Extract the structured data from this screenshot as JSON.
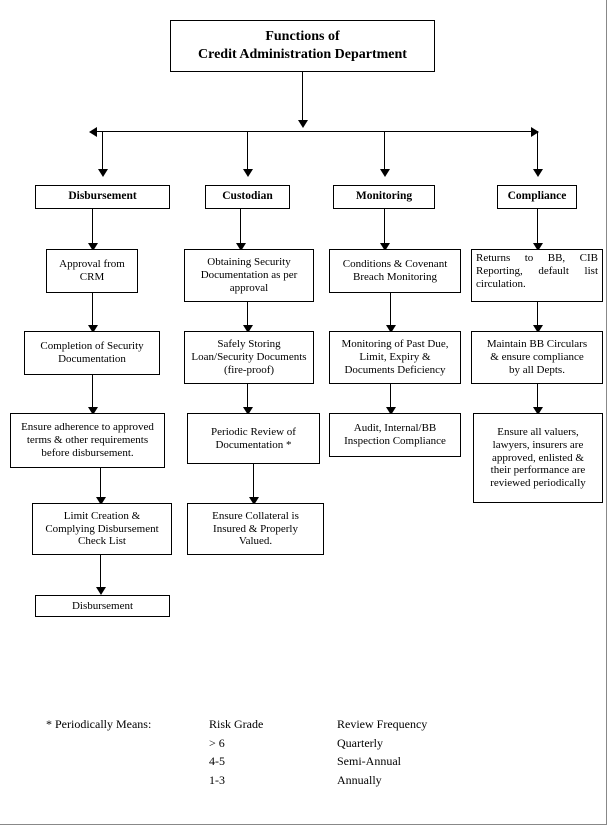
{
  "title": {
    "line1": "Functions of",
    "line2": "Credit Administration Department"
  },
  "columns": [
    {
      "header": "Disbursement",
      "steps": [
        "Approval from CRM",
        "Completion of Security Documentation",
        "Ensure adherence to approved terms & other requirements before disbursement.",
        "Limit Creation & Complying Disbursement Check List",
        "Disbursement"
      ]
    },
    {
      "header": "Custodian",
      "steps": [
        "Obtaining Security Documentation as per approval",
        "Safely Storing Loan/Security Documents (fire-proof)",
        "Periodic Review of Documentation *",
        "Ensure Collateral is Insured & Properly Valued."
      ]
    },
    {
      "header": "Monitoring",
      "steps": [
        "Conditions & Covenant Breach Monitoring",
        "Monitoring of Past Due, Limit, Expiry & Documents Deficiency",
        "Audit, Internal/BB Inspection Compliance"
      ]
    },
    {
      "header": "Compliance",
      "steps": [
        "Returns to BB, CIB Reporting, default list circulation.",
        "Maintain BB Circulars & ensure compliance by all Depts.",
        "Ensure all valuers, lawyers, insurers are approved, enlisted & their performance are reviewed periodically"
      ]
    }
  ],
  "boxes": {
    "b_title_l1": "Functions of",
    "b_title_l2": "Credit Administration Department",
    "h_disbursement": "Disbursement",
    "h_custodian": "Custodian",
    "h_monitoring": "Monitoring",
    "h_compliance": "Compliance",
    "d1_l1": "Approval from",
    "d1_l2": "CRM",
    "d2_l1": "Completion of Security",
    "d2_l2": "Documentation",
    "d3_l1": "Ensure adherence to approved",
    "d3_l2": "terms & other requirements",
    "d3_l3": "before disbursement.",
    "d4_l1": "Limit Creation &",
    "d4_l2": "Complying Disbursement",
    "d4_l3": "Check List",
    "d5_l1": "Disbursement",
    "c1_l1": "Obtaining Security",
    "c1_l2": "Documentation as per",
    "c1_l3": "approval",
    "c2_l1": "Safely Storing",
    "c2_l2": "Loan/Security Documents",
    "c2_l3": "(fire-proof)",
    "c3_l1": "Periodic Review of",
    "c3_l2": "Documentation *",
    "c4_l1": "Ensure Collateral is",
    "c4_l2": "Insured & Properly",
    "c4_l3": "Valued.",
    "m1_l1": "Conditions & Covenant",
    "m1_l2": "Breach Monitoring",
    "m2_l1": "Monitoring of Past Due,",
    "m2_l2": "Limit, Expiry &",
    "m2_l3": "Documents Deficiency",
    "m3_l1": "Audit, Internal/BB",
    "m3_l2": "Inspection Compliance",
    "p1_l1": "Returns to BB, CIB",
    "p1_l2": "Reporting, default list",
    "p1_l3": "circulation.",
    "p2_l1": "Maintain BB Circulars",
    "p2_l2": "& ensure compliance",
    "p2_l3": "by all Depts.",
    "p3_l1": "Ensure all valuers,",
    "p3_l2": "lawyers, insurers are",
    "p3_l3": "approved, enlisted &",
    "p3_l4": "their performance are",
    "p3_l5": "reviewed periodically"
  },
  "legend": {
    "note_label": "* Periodically Means:",
    "header_grade": "Risk Grade",
    "header_frequency": "Review Frequency",
    "rows": [
      {
        "grade": "> 6",
        "frequency": "Quarterly"
      },
      {
        "grade": "4-5",
        "frequency": "Semi-Annual"
      },
      {
        "grade": "1-3",
        "frequency": "Annually"
      }
    ],
    "r0_grade": "> 6",
    "r0_freq": "Quarterly",
    "r1_grade": "4-5",
    "r1_freq": "Semi-Annual",
    "r2_grade": "1-3",
    "r2_freq": "Annually"
  }
}
